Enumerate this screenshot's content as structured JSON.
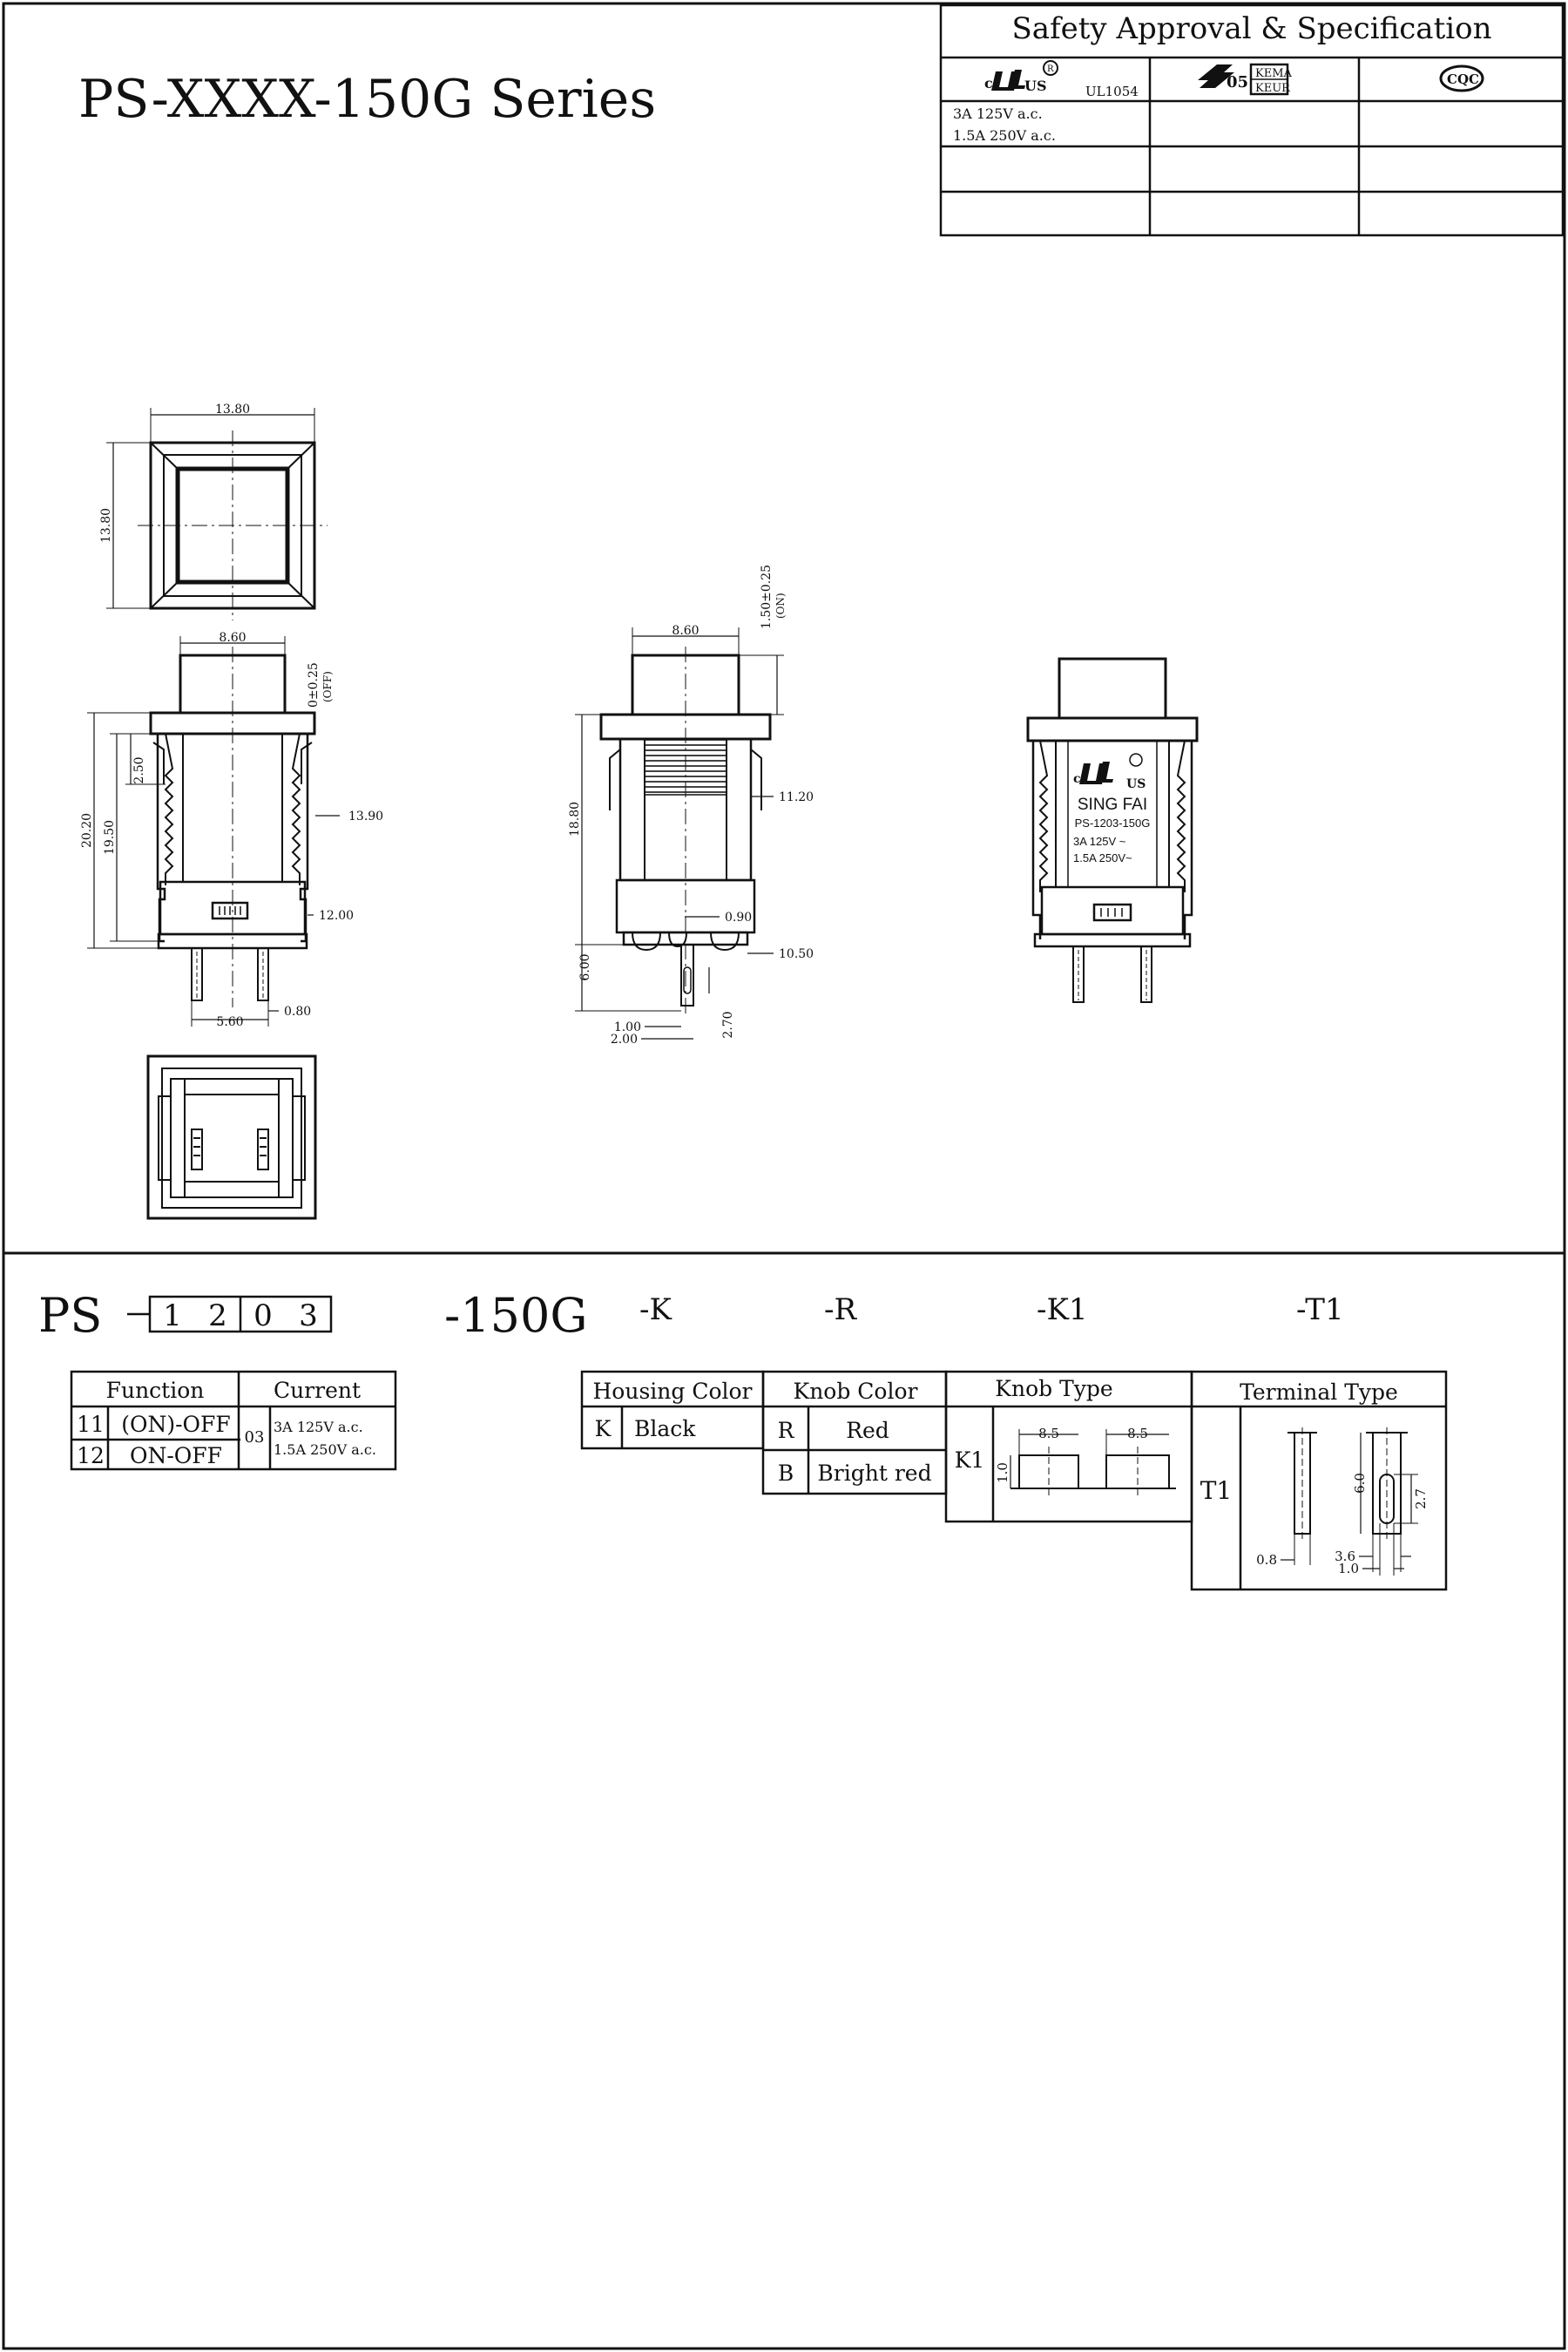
{
  "title": "PS-XXXX-150G Series",
  "approval": {
    "header": "Safety Approval & Specification",
    "ul_logo_text": "cULus",
    "ul_standard": "UL1054",
    "kema_logo_text": "05 KEMA KEUR",
    "cqc_logo_text": "CQC",
    "ratings": [
      "3A 125V a.c.",
      "1.5A 250V a.c."
    ]
  },
  "dims": {
    "top_width": "13.80",
    "top_height": "13.80",
    "knob_width": "8.60",
    "off_travel": "0±0.25",
    "off_label": "(OFF)",
    "on_travel": "1.50±0.25",
    "on_label": "(ON)",
    "total_height": "20.20",
    "body_height": "19.50",
    "flange_gap": "2.50",
    "clip_width": "13.90",
    "base_width": "12.00",
    "pin_pitch": "5.60",
    "pin_thickness": "0.80",
    "side_body_height": "18.80",
    "side_width": "11.20",
    "standoff": "0.90",
    "side_base": "10.50",
    "pin_length": "6.00",
    "pin_width_small": "1.00",
    "pin_width_large": "2.00",
    "slot_length": "2.70"
  },
  "label": {
    "logo": "cULus",
    "brand": "SING FAI",
    "model": "PS-1203-150G",
    "rating1": "3A 125V ~",
    "rating2": "1.5A 250V~"
  },
  "code": {
    "prefix": "PS",
    "digits": [
      "1",
      "2",
      "0",
      "3"
    ],
    "series": "-150G",
    "housing": "-K",
    "knob_color": "-R",
    "knob_type": "-K1",
    "terminal": "-T1"
  },
  "function_table": {
    "headers": [
      "Function",
      "Current"
    ],
    "rows": [
      {
        "code": "11",
        "label": "(ON)-OFF"
      },
      {
        "code": "12",
        "label": "ON-OFF"
      }
    ],
    "current_code": "03",
    "current_values": [
      "3A 125V a.c.",
      "1.5A 250V a.c."
    ]
  },
  "housing_table": {
    "header": "Housing Color",
    "rows": [
      {
        "code": "K",
        "label": "Black"
      }
    ]
  },
  "knob_color_table": {
    "header": "Knob Color",
    "rows": [
      {
        "code": "R",
        "label": "Red"
      },
      {
        "code": "B",
        "label": "Bright red"
      }
    ]
  },
  "knob_type_table": {
    "header": "Knob Type",
    "code": "K1",
    "width_a": "8.5",
    "width_b": "8.5",
    "height": "1.0"
  },
  "terminal_table": {
    "header": "Terminal Type",
    "code": "T1",
    "thickness": "0.8",
    "length": "6.0",
    "slot": "2.7",
    "width": "3.6",
    "slot_width": "1.0"
  }
}
